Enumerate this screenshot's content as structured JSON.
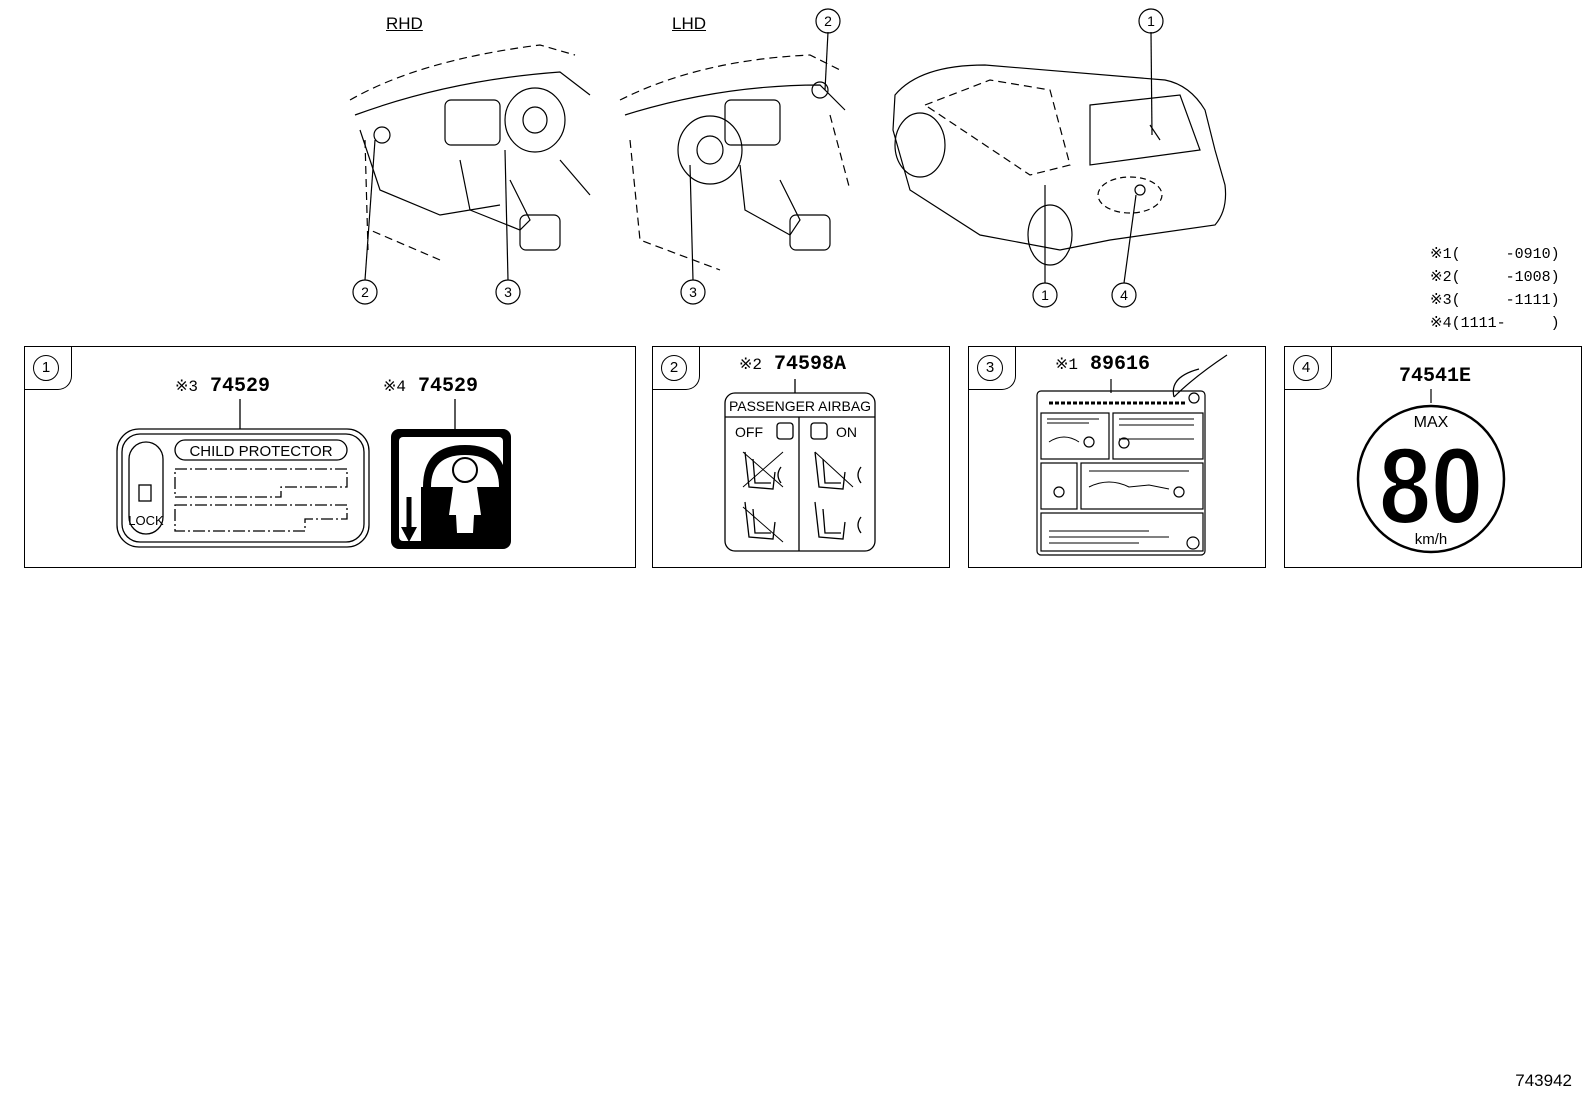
{
  "views": {
    "rhd_label": "RHD",
    "lhd_label": "LHD"
  },
  "callouts": {
    "c1": "1",
    "c2": "2",
    "c3": "3",
    "c4": "4"
  },
  "notes": [
    "※1(     -0910)",
    "※2(     -1008)",
    "※3(     -1111)",
    "※4(1111-     )"
  ],
  "panels": [
    {
      "num": "1",
      "labels": [
        {
          "mark": "※3",
          "part_no": "74529",
          "title": "CHILD PROTECTOR",
          "lock_text": "LOCK"
        },
        {
          "mark": "※4",
          "part_no": "74529"
        }
      ]
    },
    {
      "num": "2",
      "mark": "※2",
      "part_no": "74598A",
      "title": "PASSENGER AIRBAG",
      "off_text": "OFF",
      "on_text": "ON"
    },
    {
      "num": "3",
      "mark": "※1",
      "part_no": "89616"
    },
    {
      "num": "4",
      "part_no": "74541E",
      "max_text": "MAX",
      "speed": "80",
      "unit": "km/h"
    }
  ],
  "diagram_id": "743942",
  "icon_names": [
    "dashboard-rhd-illustration",
    "dashboard-lhd-illustration",
    "car-rear-illustration",
    "child-lock-icon",
    "airbag-seat-icon",
    "speed-limit-sign"
  ]
}
